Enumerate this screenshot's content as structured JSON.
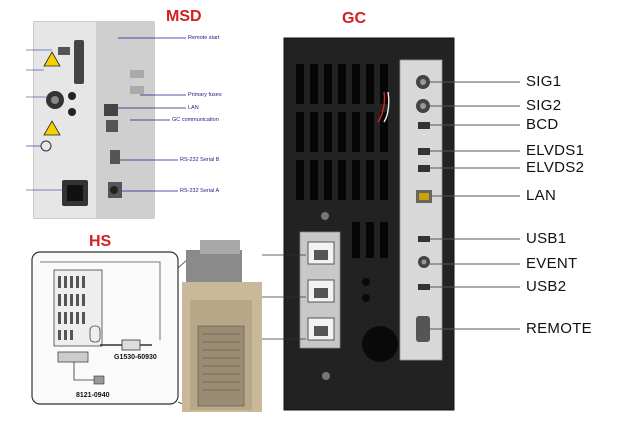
{
  "sections": {
    "msd": "MSD",
    "gc": "GC",
    "hs": "HS"
  },
  "msd_callouts": [
    "Remote start",
    "Primary fuses",
    "LAN",
    "GC communication",
    "RS-232 Serial B",
    "RS-232 Serial A"
  ],
  "gc_ports": [
    "SIG1",
    "SIG2",
    "BCD",
    "ELVDS1",
    "ELVDS2",
    "LAN",
    "USB1",
    "EVENT",
    "USB2",
    "REMOTE"
  ],
  "hs_parts": {
    "cable_part": "G1530-60930",
    "connector_part": "8121-0940"
  },
  "colors": {
    "title": "#d42020",
    "callout_text": "#1a1a8a",
    "gc_panel": "#222222",
    "port_strip": "#d8d8d8"
  }
}
